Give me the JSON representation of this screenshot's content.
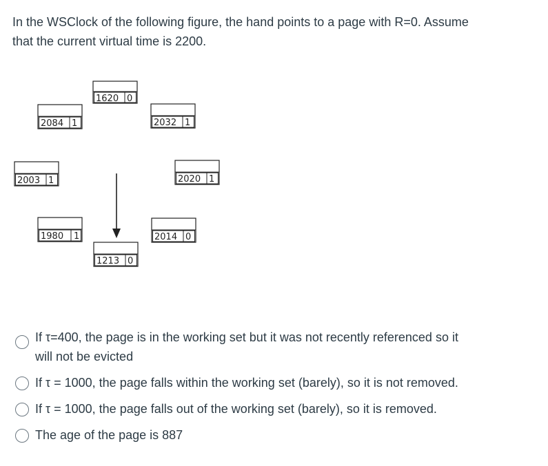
{
  "question": {
    "line1": "In the WSClock of the following figure, the hand points to a page with R=0.  Assume",
    "line2": "that the current virtual time is 2200."
  },
  "clock_entries": [
    {
      "time": "1620",
      "r": "0"
    },
    {
      "time": "2032",
      "r": "1"
    },
    {
      "time": "2020",
      "r": "1"
    },
    {
      "time": "2014",
      "r": "0"
    },
    {
      "time": "1213",
      "r": "0"
    },
    {
      "time": "1980",
      "r": "1"
    },
    {
      "time": "2003",
      "r": "1"
    },
    {
      "time": "2084",
      "r": "1"
    }
  ],
  "options": [
    {
      "line1": "If τ=400, the page is in the working set but it was not recently referenced so it",
      "line2": "will not be evicted"
    },
    {
      "line1": "If τ = 1000, the page falls within the working set (barely), so it is not removed."
    },
    {
      "line1": "If τ = 1000, the page falls out of the working set (barely), so it is removed."
    },
    {
      "line1": "The age of the page is 887"
    }
  ]
}
